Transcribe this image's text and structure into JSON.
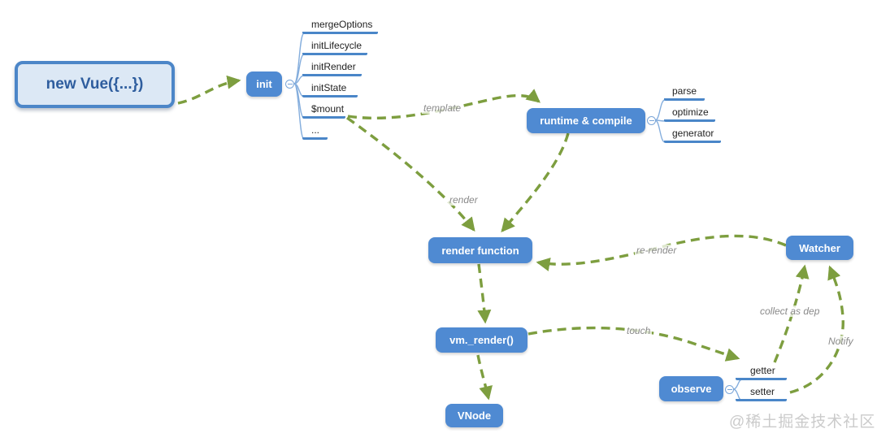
{
  "diagram": {
    "nodes": {
      "new_vue": {
        "label": "new Vue({...})"
      },
      "init": {
        "label": "init",
        "children": [
          "mergeOptions",
          "initLifecycle",
          "initRender",
          "initState",
          "$mount",
          "..."
        ]
      },
      "runtime_compile": {
        "label": "runtime & compile",
        "children": [
          "parse",
          "optimize",
          "generator"
        ]
      },
      "render_function": {
        "label": "render function"
      },
      "vm_render": {
        "label": "vm._render()"
      },
      "vnode": {
        "label": "VNode"
      },
      "watcher": {
        "label": "Watcher"
      },
      "observe": {
        "label": "observe",
        "children": [
          "getter",
          "setter"
        ]
      }
    },
    "edge_labels": {
      "template": "template",
      "render": "render",
      "re_render": "re-render",
      "touch": "touch",
      "collect_as_dep": "collect as dep",
      "notify": "Notify"
    },
    "watermark": "@稀土掘金技术社区",
    "colors": {
      "node_fill": "#4f8ad2",
      "edge_green": "#7d9e3f",
      "root_fill": "#dce8f5",
      "root_border": "#4c86c8",
      "root_text": "#2e5d9e",
      "underline_blue": "#4a86c8",
      "connector_blue": "#85aedd",
      "label_gray": "#8a8a8a"
    }
  }
}
